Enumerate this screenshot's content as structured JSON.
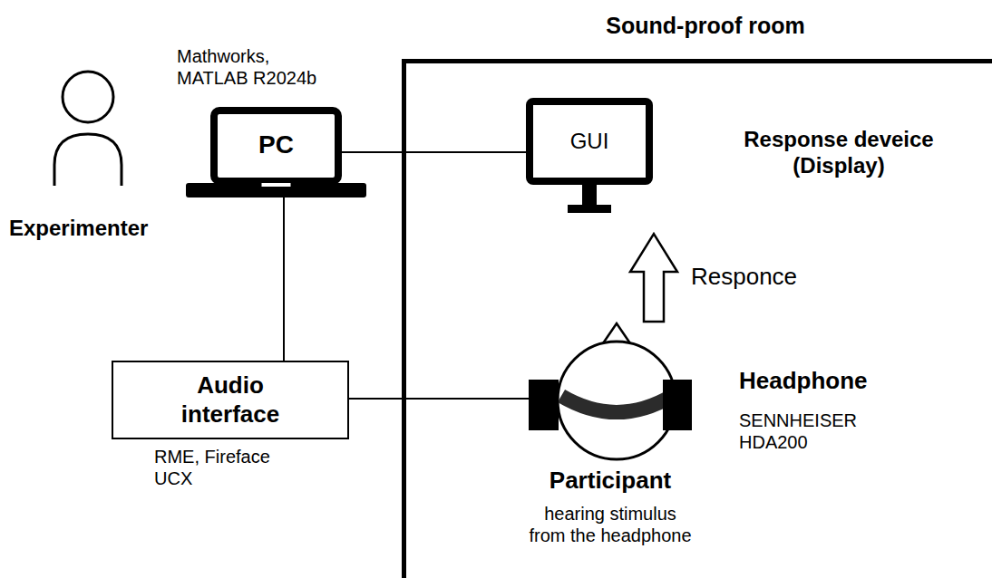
{
  "diagram": {
    "nodes": [
      {
        "text": [
          "Mathworks, MATLAB R2024b",
          "PC"
        ]
      },
      {
        "text": [
          "Sound-proof room"
        ]
      },
      {
        "text": [
          "GUI",
          "Response deveice (Display)"
        ],
        "in": 1
      },
      {
        "text": [
          "Audio interface",
          "RME, Fireface UCX"
        ]
      },
      {
        "text": [
          "Participant",
          "hearing stimulus from the headphone"
        ],
        "in": 1
      }
    ],
    "edges": [
      {
        "from": 0,
        "to": 2,
        "arrow": "none"
      },
      {
        "from": 0,
        "to": 3,
        "arrow": "none"
      },
      {
        "from": 3,
        "to": 4,
        "arrow": "none"
      },
      {
        "from": 4,
        "to": 2,
        "label": "Responce",
        "arrow": "to"
      }
    ],
    "labels": [
      "Experimenter",
      "Headphone",
      "SENNHEISER HDA200"
    ]
  }
}
